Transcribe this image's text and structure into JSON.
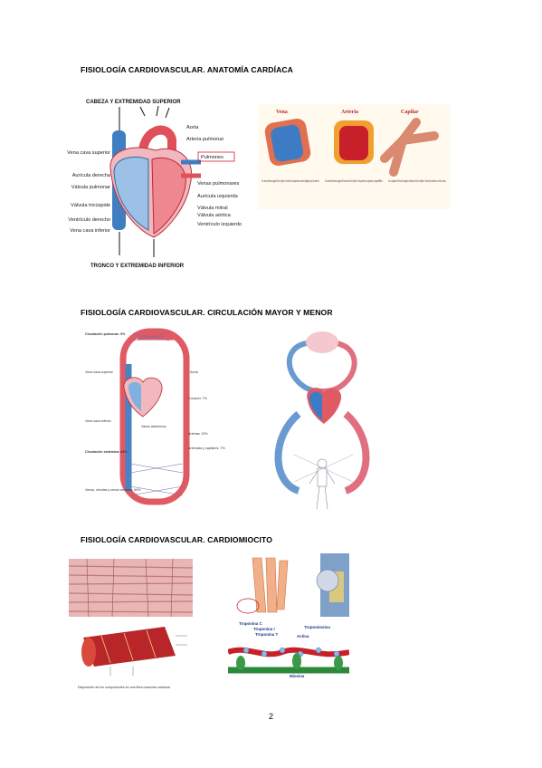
{
  "sections": [
    {
      "title": "FISIOLOGÍA CARDIOVASCULAR. ANATOMÍA CARDÍACA"
    },
    {
      "title": "FISIOLOGÍA CARDIOVASCULAR. CIRCULACIÓN MAYOR Y MENOR"
    },
    {
      "title": "FISIOLOGÍA CARDIOVASCULAR. CARDIOMIOCITO"
    }
  ],
  "heart_diagram": {
    "top": "CABEZA Y EXTREMIDAD SUPERIOR",
    "bottom": "TRONCO Y EXTREMIDAD INFERIOR",
    "left_labels": [
      "Vena cava superior",
      "Aurícula derecha",
      "Válvula pulmonar",
      "Válvula tricúspide",
      "Ventrículo derecho",
      "Vena cava inferior"
    ],
    "right_labels": [
      "Aorta",
      "Arteria pulmonar",
      "Pulmones",
      "Venas pulmonares",
      "Aurícula izquierda",
      "Válvula mitral",
      "Válvula aórtica",
      "Ventrículo izquierdo"
    ]
  },
  "vessels": [
    {
      "name": "Vena",
      "caption": "Las venas llevan sangre de los tejidos al corazón. Sus paredes son más delgadas que las arterias."
    },
    {
      "name": "Arteria",
      "caption": "Las arterias llevan sangre del corazón a los tejidos. Sus paredes son gruesas y expandibles."
    },
    {
      "name": "Capilar",
      "caption": "Los capilares llevan la sangre al interior de los tejidos. Unen las arterias con las venas."
    }
  ],
  "circulation_diagram": {
    "labels": [
      "Circulación pulmonar: 9%",
      "Vena cava superior",
      "Aorta",
      "Corazón: 7%",
      "Vena cava inferior",
      "Vasos sistémicos",
      "Arterias: 13%",
      "Arteriolas y capilares: 7%",
      "Circulación sistémica: 84%",
      "Venas, vénulas y senos venosos: 64%"
    ]
  },
  "cardiomyocyte": {
    "caption": "Disposición de los componentes en una fibra muscular cardíaca",
    "labels": [
      "Troponina C",
      "Troponina I",
      "Troponina T",
      "Tropomiosina",
      "Actina",
      "Miosina"
    ]
  },
  "page_number": "2"
}
